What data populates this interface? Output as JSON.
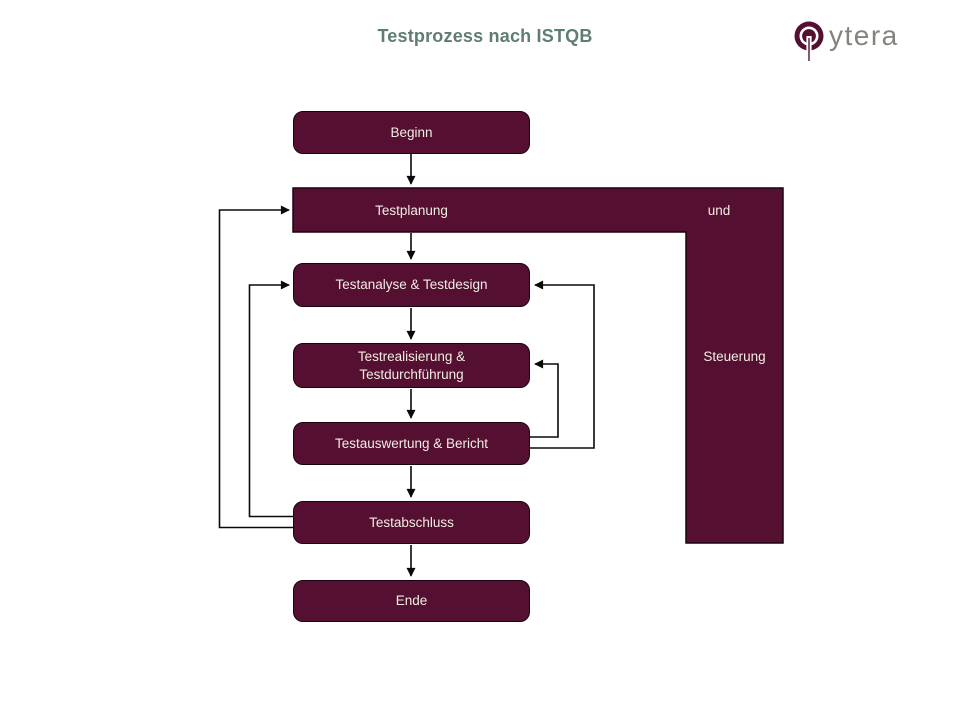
{
  "title": "Testprozess nach ISTQB",
  "logo": {
    "brand_text": "ytera",
    "icon": "qytera-q-logo"
  },
  "colors": {
    "node_fill": "#551031",
    "node_border": "#1a040e",
    "node_text": "#f1ece4",
    "connector": "#0a0a0a",
    "title_text": "#5f7d74",
    "logo_text": "#84837e"
  },
  "flowchart": {
    "nodes": {
      "beginn": {
        "label": "Beginn"
      },
      "testplanung": {
        "label": "Testplanung"
      },
      "und": {
        "label": "und"
      },
      "steuerung": {
        "label": "Steuerung"
      },
      "testanalyse": {
        "label": "Testanalyse & Testdesign"
      },
      "testrealisierung": {
        "label": "Testrealisierung & Testdurchführung",
        "line1": "Testrealisierung &",
        "line2": "Testdurchführung"
      },
      "testauswertung": {
        "label": "Testauswertung & Bericht"
      },
      "testabschluss": {
        "label": "Testabschluss"
      },
      "ende": {
        "label": "Ende"
      }
    },
    "edges": [
      {
        "from": "Beginn",
        "to": "Testplanung",
        "type": "forward"
      },
      {
        "from": "Testplanung",
        "to": "Testanalyse & Testdesign",
        "type": "forward"
      },
      {
        "from": "Testanalyse & Testdesign",
        "to": "Testrealisierung & Testdurchführung",
        "type": "forward"
      },
      {
        "from": "Testrealisierung & Testdurchführung",
        "to": "Testauswertung & Bericht",
        "type": "forward"
      },
      {
        "from": "Testauswertung & Bericht",
        "to": "Testabschluss",
        "type": "forward"
      },
      {
        "from": "Testabschluss",
        "to": "Ende",
        "type": "forward"
      },
      {
        "from": "Testauswertung & Bericht",
        "to": "Testrealisierung & Testdurchführung",
        "type": "feedback"
      },
      {
        "from": "Testauswertung & Bericht",
        "to": "Testanalyse & Testdesign",
        "type": "feedback"
      },
      {
        "from": "Testabschluss",
        "to": "Testanalyse & Testdesign",
        "type": "feedback"
      },
      {
        "from": "Testabschluss",
        "to": "Testplanung",
        "type": "feedback"
      }
    ],
    "band_label_combined": "Testplanung und Steuerung"
  }
}
